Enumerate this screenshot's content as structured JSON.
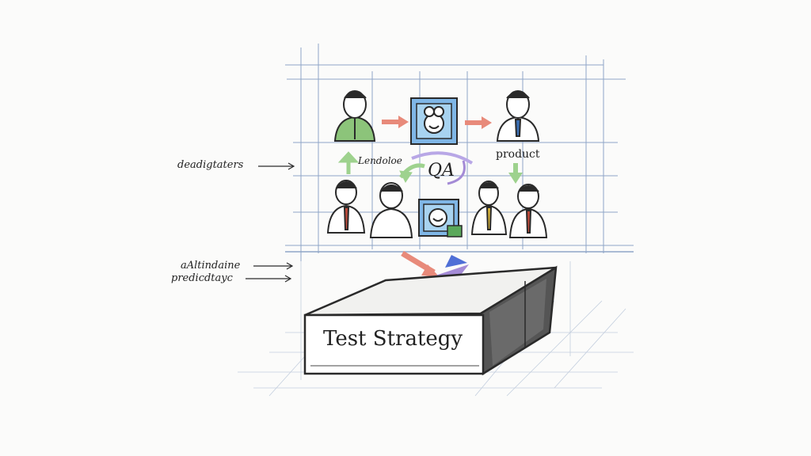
{
  "labels": {
    "left_top": "deadigtaters",
    "left_mid_1": "aAltindaine",
    "left_mid_2": "predicdtayc",
    "center_small": "Lendoloe",
    "qa": "QA",
    "product": "product",
    "box": "Test Strategy"
  },
  "colors": {
    "sketch": "#2a2a2a",
    "grid": "#8fa6c8",
    "green_shirt": "#8cc47a",
    "blue_box": "#7fb6e6",
    "red_arrow": "#e88a7a",
    "green_arrow": "#9ed28e",
    "purple_arrow": "#a48bd6",
    "tie_blue": "#3a6fb5",
    "tie_red": "#c24a3a",
    "tie_yellow": "#d9b53a"
  }
}
